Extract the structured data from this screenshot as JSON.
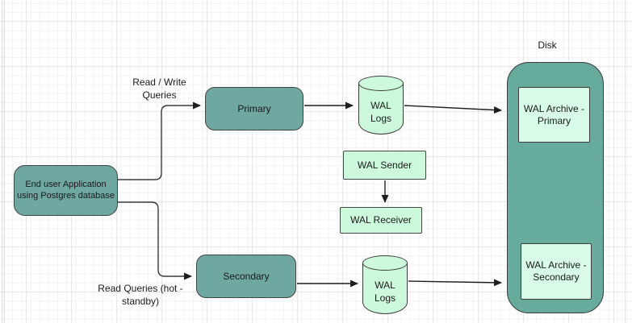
{
  "canvas": {
    "background": "#ffffff",
    "grid_minor_color": "#f3f3f3",
    "grid_major_color": "#e7e7e7"
  },
  "palette": {
    "node_teal": "#6fa8a1",
    "disk_teal": "#67ab9d",
    "mint": "#ccf8dc",
    "archive_mint": "#d8fbe7",
    "shape_border": "#3c3c3c",
    "connector": "#3a3a3a",
    "text": "#1a1a1a"
  },
  "nodes": {
    "end_user_app": {
      "label": "End user Application\nusing Postgres database"
    },
    "primary": {
      "label": "Primary"
    },
    "secondary": {
      "label": "Secondary"
    },
    "wal_logs_primary": {
      "label": "WAL\nLogs"
    },
    "wal_logs_secondary": {
      "label": "WAL\nLogs"
    },
    "wal_sender": {
      "label": "WAL Sender"
    },
    "wal_receiver": {
      "label": "WAL Receiver"
    },
    "disk": {
      "title": "Disk"
    },
    "wal_archive_primary": {
      "label": "WAL Archive -\nPrimary"
    },
    "wal_archive_secondary": {
      "label": "WAL Archive -\nSecondary"
    }
  },
  "edge_labels": {
    "read_write": "Read / Write\nQueries",
    "read_queries": "Read Queries (hot -\nstandby)"
  }
}
